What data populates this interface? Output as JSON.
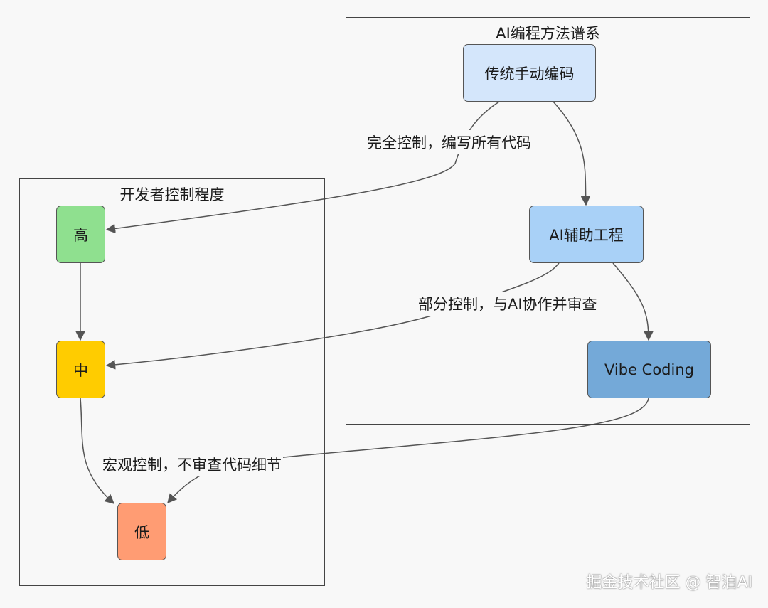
{
  "clusters": {
    "family": {
      "title": "AI编程方法谱系"
    },
    "control": {
      "title": "开发者控制程度"
    }
  },
  "nodes": {
    "manual": {
      "label": "传统手动编码",
      "color": "#d4e6fb"
    },
    "assisted": {
      "label": "AI辅助工程",
      "color": "#a9d1f7"
    },
    "vibe": {
      "label": "Vibe Coding",
      "color": "#74a9d8"
    },
    "high": {
      "label": "高",
      "color": "#8fe08f"
    },
    "mid": {
      "label": "中",
      "color": "#ffcc00"
    },
    "low": {
      "label": "低",
      "color": "#ff9c73"
    }
  },
  "edges": {
    "manual_high": {
      "label": "完全控制，编写所有代码"
    },
    "assisted_mid": {
      "label": "部分控制，与AI协作并审查"
    },
    "vibe_low": {
      "label": "宏观控制，不审查代码细节"
    }
  },
  "watermark": "掘金技术社区 @ 智泊AI"
}
